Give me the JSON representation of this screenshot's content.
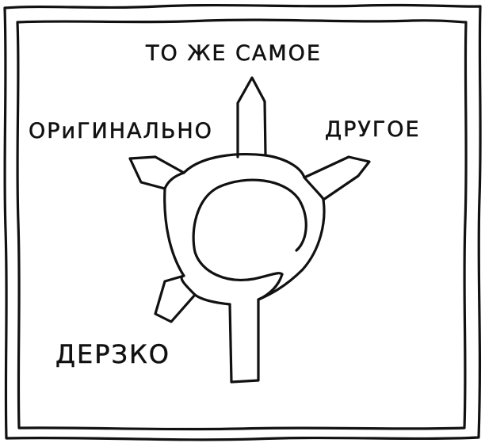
{
  "diagram": {
    "labels": {
      "top": "ТО ЖЕ САМОЕ",
      "left": "ОРиГИНАЛЬНО",
      "right": "ДРУГОЕ",
      "bottom_left": "ДЕРЗКО"
    },
    "colors": {
      "ink": "#111111",
      "paper": "#ffffff"
    }
  }
}
